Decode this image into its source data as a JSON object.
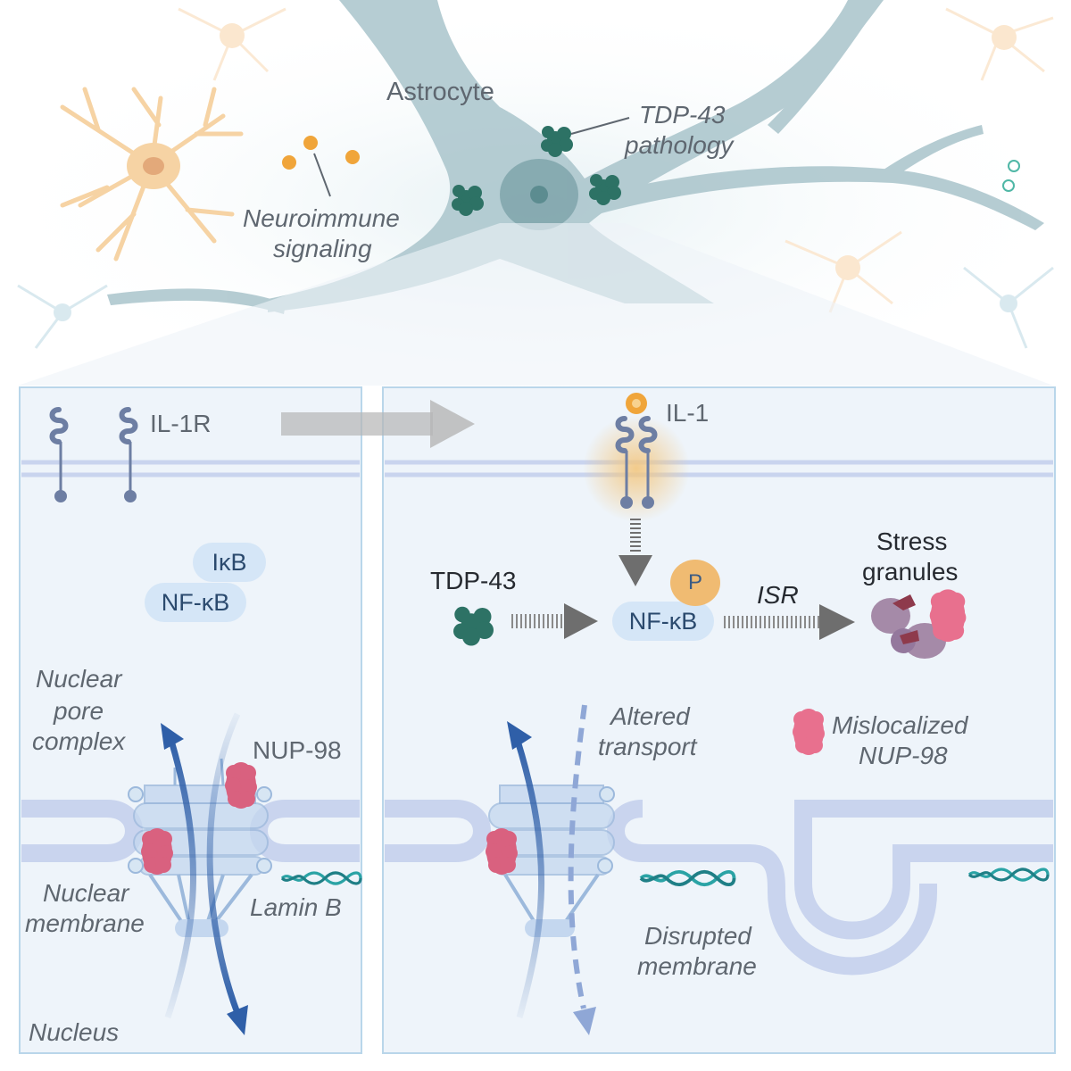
{
  "labels": {
    "astrocyte": "Astrocyte",
    "tdp_pathology_1": "TDP-43",
    "tdp_pathology_2": "pathology",
    "neuroimmune_1": "Neuroimmune",
    "neuroimmune_2": "signaling",
    "il1r": "IL-1R",
    "il1": "IL-1",
    "ikb": "IκB",
    "nfkb_left": "NF-κB",
    "nfkb_right": "NF-κB",
    "phospho": "P",
    "tdp43": "TDP-43",
    "isr": "ISR",
    "stress_1": "Stress",
    "stress_2": "granules",
    "npc_1": "Nuclear",
    "npc_2": "pore",
    "npc_3": "complex",
    "nup98": "NUP-98",
    "altered_1": "Altered",
    "altered_2": "transport",
    "misloc_1": "Mislocalized",
    "misloc_2": "NUP-98",
    "nucmem_1": "Nuclear",
    "nucmem_2": "membrane",
    "laminb": "Lamin B",
    "disrupted_1": "Disrupted",
    "disrupted_2": "membrane",
    "nucleus": "Nucleus"
  },
  "colors": {
    "astrocyte": "#a9c4cb",
    "neuron": "#f6d3a4",
    "cytokine": "#f0a53a",
    "tdp43": "#2d7265",
    "membrane": "#c9d4ee",
    "receptor": "#6d7ea3",
    "transport_arrow": "#2f5fa8",
    "nup98": "#d9617f",
    "lamin": "#2aa3a5",
    "process_arrow": "#6e6e6e",
    "panel_border": "#b9d6ea"
  },
  "icons": [
    "astrocyte-cell",
    "neuron-cell",
    "cytokine-dot",
    "tdp43-aggregate",
    "il1-receptor",
    "nuclear-pore-complex",
    "nup98-protein",
    "lamin-b-helix",
    "stress-granule"
  ]
}
